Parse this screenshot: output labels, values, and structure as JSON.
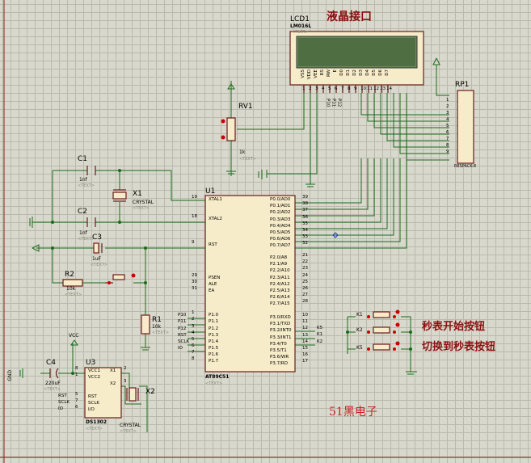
{
  "lcd": {
    "ref": "LCD1",
    "part": "LM016L",
    "title": "液晶接口",
    "text_tag": "<TEXT>",
    "pins": [
      "VSS",
      "VDD",
      "VEE",
      "RS",
      "RW",
      "E",
      "D0",
      "D1",
      "D2",
      "D3",
      "D4",
      "D5",
      "D6",
      "D7"
    ],
    "pin_numbers": [
      "1",
      "2",
      "3",
      "4",
      "5",
      "6",
      "7",
      "8",
      "9",
      "10",
      "11",
      "12",
      "13",
      "14"
    ],
    "nets": [
      "P10",
      "P11",
      "P12"
    ]
  },
  "rv1": {
    "ref": "RV1",
    "value": "1k",
    "text_tag": "<TEXT>"
  },
  "rp1": {
    "ref": "RP1",
    "part": "RESPACK-8",
    "pins": [
      "1",
      "2",
      "3",
      "4",
      "5",
      "6",
      "7",
      "8",
      "9"
    ]
  },
  "c1": {
    "ref": "C1",
    "value": "1nf",
    "text_tag": "<TEXT>"
  },
  "c2": {
    "ref": "C2",
    "value": "1nf",
    "text_tag": "<TEXT>"
  },
  "c3": {
    "ref": "C3",
    "value": "1uF",
    "text_tag": "<TEXT>"
  },
  "c4": {
    "ref": "C4",
    "value": "220uF",
    "text_tag": "<TEXT>"
  },
  "x1": {
    "ref": "X1",
    "part": "CRYSTAL",
    "text_tag": "<TEXT>"
  },
  "x2": {
    "ref": "X2",
    "part": "CRYSTAL",
    "text_tag": "<TEXT>"
  },
  "r1": {
    "ref": "R1",
    "value": "10k",
    "text_tag": "<TEXT>"
  },
  "r2": {
    "ref": "R2",
    "value": "10k",
    "text_tag": "<TEXT>"
  },
  "u1": {
    "ref": "U1",
    "part": "AT89C51",
    "text_tag": "<TEXT>",
    "left_pins": [
      {
        "num": "19",
        "name": "XTAL1"
      },
      {
        "num": "18",
        "name": "XTAL2"
      },
      {
        "num": "9",
        "name": "RST"
      },
      {
        "num": "29",
        "name": "PSEN"
      },
      {
        "num": "30",
        "name": "ALE"
      },
      {
        "num": "31",
        "name": "EA"
      },
      {
        "num": "1",
        "name": "P1.0"
      },
      {
        "num": "2",
        "name": "P1.1"
      },
      {
        "num": "3",
        "name": "P1.2"
      },
      {
        "num": "4",
        "name": "P1.3"
      },
      {
        "num": "5",
        "name": "P1.4"
      },
      {
        "num": "6",
        "name": "P1.5"
      },
      {
        "num": "7",
        "name": "P1.6"
      },
      {
        "num": "8",
        "name": "P1.7"
      }
    ],
    "right_pins": [
      {
        "num": "39",
        "name": "P0.0/AD0"
      },
      {
        "num": "38",
        "name": "P0.1/AD1"
      },
      {
        "num": "37",
        "name": "P0.2/AD2"
      },
      {
        "num": "36",
        "name": "P0.3/AD3"
      },
      {
        "num": "35",
        "name": "P0.4/AD4"
      },
      {
        "num": "34",
        "name": "P0.5/AD5"
      },
      {
        "num": "33",
        "name": "P0.6/AD6"
      },
      {
        "num": "32",
        "name": "P0.7/AD7"
      },
      {
        "num": "21",
        "name": "P2.0/A8"
      },
      {
        "num": "22",
        "name": "P2.1/A9"
      },
      {
        "num": "23",
        "name": "P2.2/A10"
      },
      {
        "num": "24",
        "name": "P2.3/A11"
      },
      {
        "num": "25",
        "name": "P2.4/A12"
      },
      {
        "num": "26",
        "name": "P2.5/A13"
      },
      {
        "num": "27",
        "name": "P2.6/A14"
      },
      {
        "num": "28",
        "name": "P2.7/A15"
      },
      {
        "num": "10",
        "name": "P3.0/RXD"
      },
      {
        "num": "11",
        "name": "P3.1/TXD"
      },
      {
        "num": "12",
        "name": "P3.2/INT0"
      },
      {
        "num": "13",
        "name": "P3.3/INT1"
      },
      {
        "num": "14",
        "name": "P3.4/T0"
      },
      {
        "num": "15",
        "name": "P3.5/T1"
      },
      {
        "num": "16",
        "name": "P3.6/WR"
      },
      {
        "num": "17",
        "name": "P3.7/RD"
      }
    ],
    "left_nets": [
      "P10",
      "P11",
      "P12",
      "RST",
      "SCLK",
      "IO"
    ],
    "right_nets": [
      "K5",
      "K1",
      "K2"
    ]
  },
  "u3": {
    "ref": "U3",
    "part": "DS1302",
    "text_tag": "<TEXT>",
    "pins_left": [
      {
        "num": "8",
        "name": "VCC1"
      },
      {
        "num": "1",
        "name": "VCC2"
      },
      {
        "num": "5",
        "name": "RST"
      },
      {
        "num": "7",
        "name": "SCLK"
      },
      {
        "num": "6",
        "name": "I/O"
      }
    ],
    "pins_right": [
      {
        "num": "2",
        "name": "X1"
      },
      {
        "num": "3",
        "name": "X2"
      }
    ],
    "left_nets": [
      "RST",
      "SCLK",
      "IO"
    ]
  },
  "vcc_label": "VCC",
  "gnd_label": "GND",
  "switches": {
    "labels": [
      "K1",
      "K2",
      "K5"
    ]
  },
  "notes": {
    "stopwatch_start": "秒表开始按钮",
    "switch_to_stopwatch": "切换到秒表按钮",
    "watermark": "51黑电子"
  }
}
